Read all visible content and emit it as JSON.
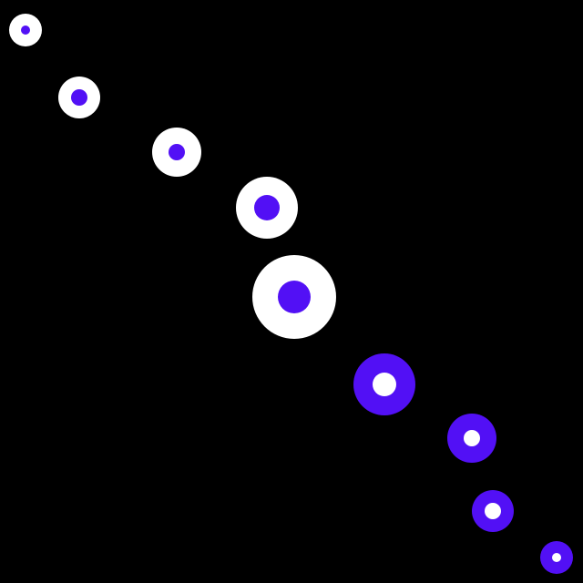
{
  "background_color": "#000000",
  "colors": {
    "white": "#ffffff",
    "purple": "#5210f5"
  },
  "dots": [
    {
      "name": "white-ring-dot-1",
      "outer": "white",
      "inner": "purple"
    },
    {
      "name": "white-ring-dot-2",
      "outer": "white",
      "inner": "purple"
    },
    {
      "name": "white-ring-dot-3",
      "outer": "white",
      "inner": "purple"
    },
    {
      "name": "white-ring-dot-4",
      "outer": "white",
      "inner": "purple"
    },
    {
      "name": "white-ring-dot-5",
      "outer": "white",
      "inner": "purple"
    },
    {
      "name": "purple-ring-dot-1",
      "outer": "purple",
      "inner": "white"
    },
    {
      "name": "purple-ring-dot-2",
      "outer": "purple",
      "inner": "white"
    },
    {
      "name": "purple-ring-dot-3",
      "outer": "purple",
      "inner": "white"
    },
    {
      "name": "purple-ring-dot-4",
      "outer": "purple",
      "inner": "white"
    }
  ]
}
